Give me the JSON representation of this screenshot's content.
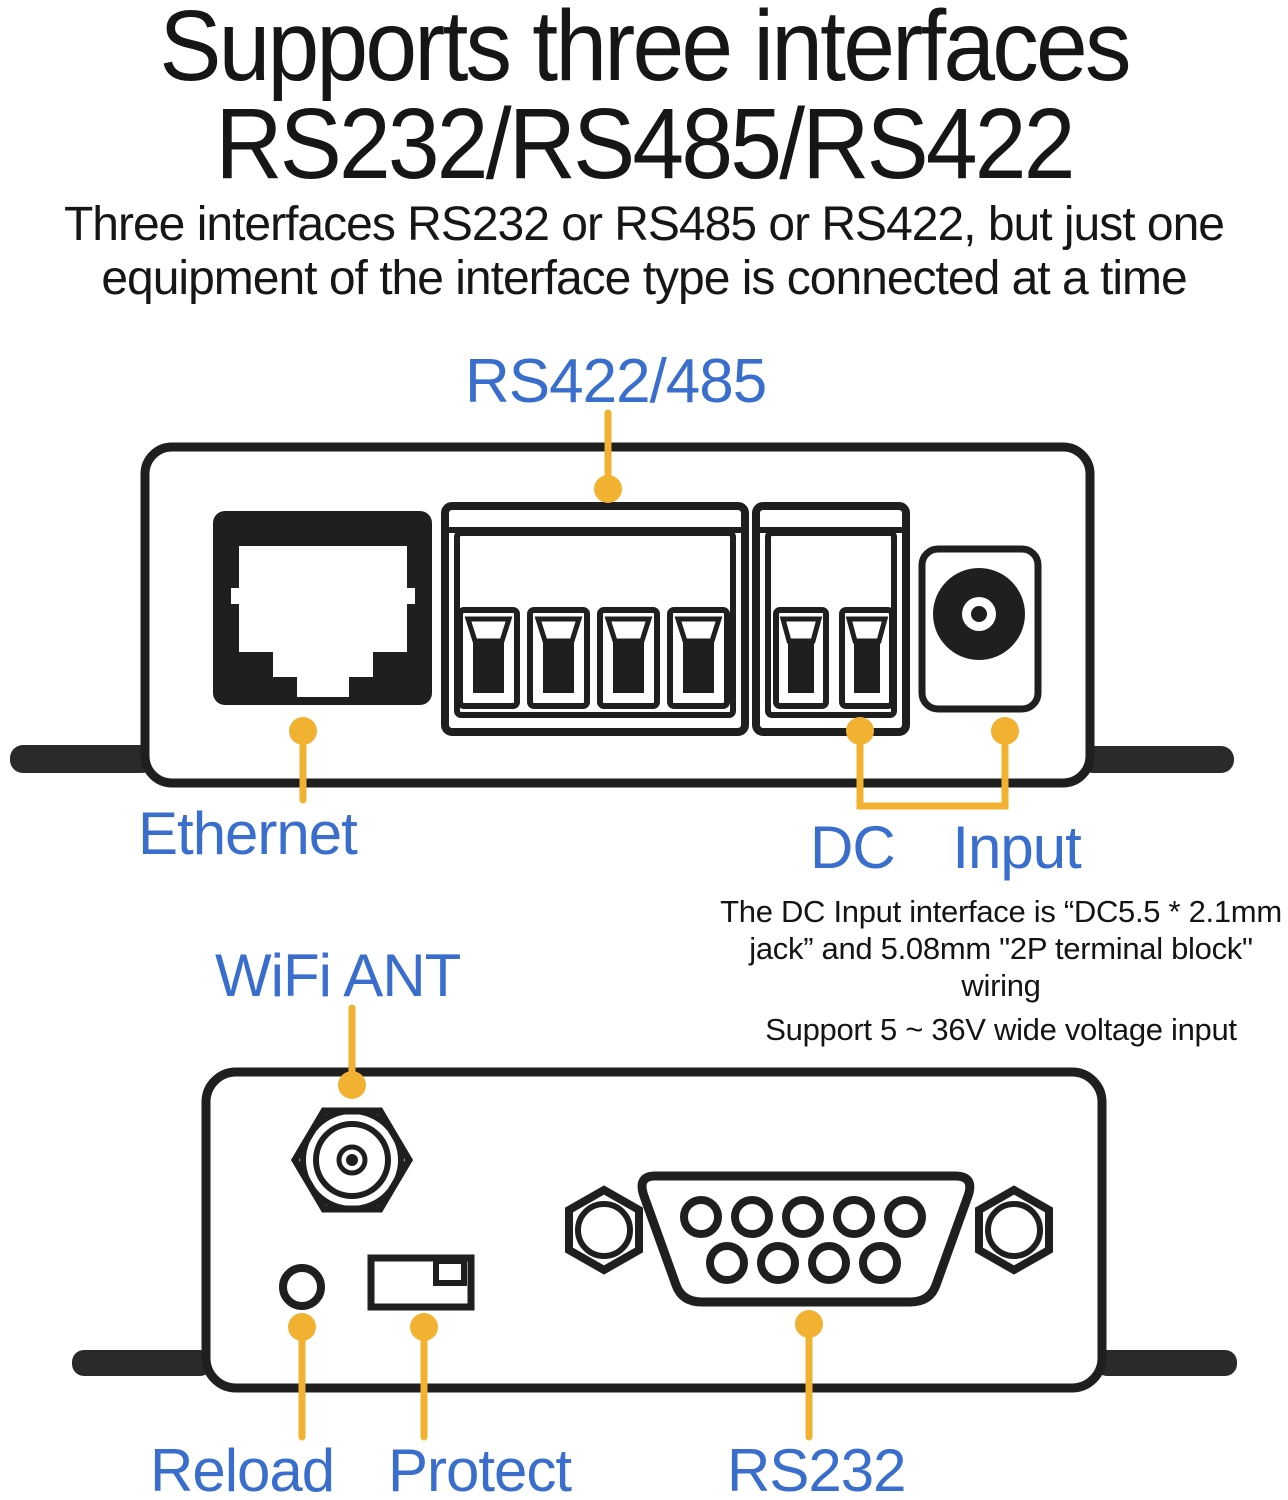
{
  "colors": {
    "label_blue": "#3a6ecd",
    "leader_orange": "#f2b231",
    "line_dark": "#1f1f1f",
    "tab_dark": "#2a2a2a"
  },
  "title": {
    "line1": "Supports three interfaces",
    "line2": "RS232/RS485/RS422"
  },
  "subtitle": {
    "line1": "Three interfaces RS232 or RS485 or RS422, but just one",
    "line2": "equipment of the interface type is connected at a time"
  },
  "top_device": {
    "labels": {
      "rs422_485": "RS422/485",
      "ethernet": "Ethernet",
      "dc_input": "DC Input"
    },
    "ports": [
      "rj45-ethernet-jack",
      "terminal-block-4p-rs422-485",
      "terminal-block-2p-dc",
      "dc-barrel-jack"
    ]
  },
  "dc_note": {
    "line1": "The DC Input interface is “DC5.5 * 2.1mm",
    "line2": "jack” and 5.08mm \"2P terminal block\" wiring",
    "line3": "Support 5 ~ 36V wide voltage input"
  },
  "bottom_device": {
    "labels": {
      "wifi_ant": "WiFi ANT",
      "reload": "Reload",
      "protect": "Protect",
      "rs232": "RS232"
    },
    "ports": [
      "sma-antenna-connector",
      "reload-button",
      "protect-switch",
      "db9-rs232-connector"
    ]
  }
}
